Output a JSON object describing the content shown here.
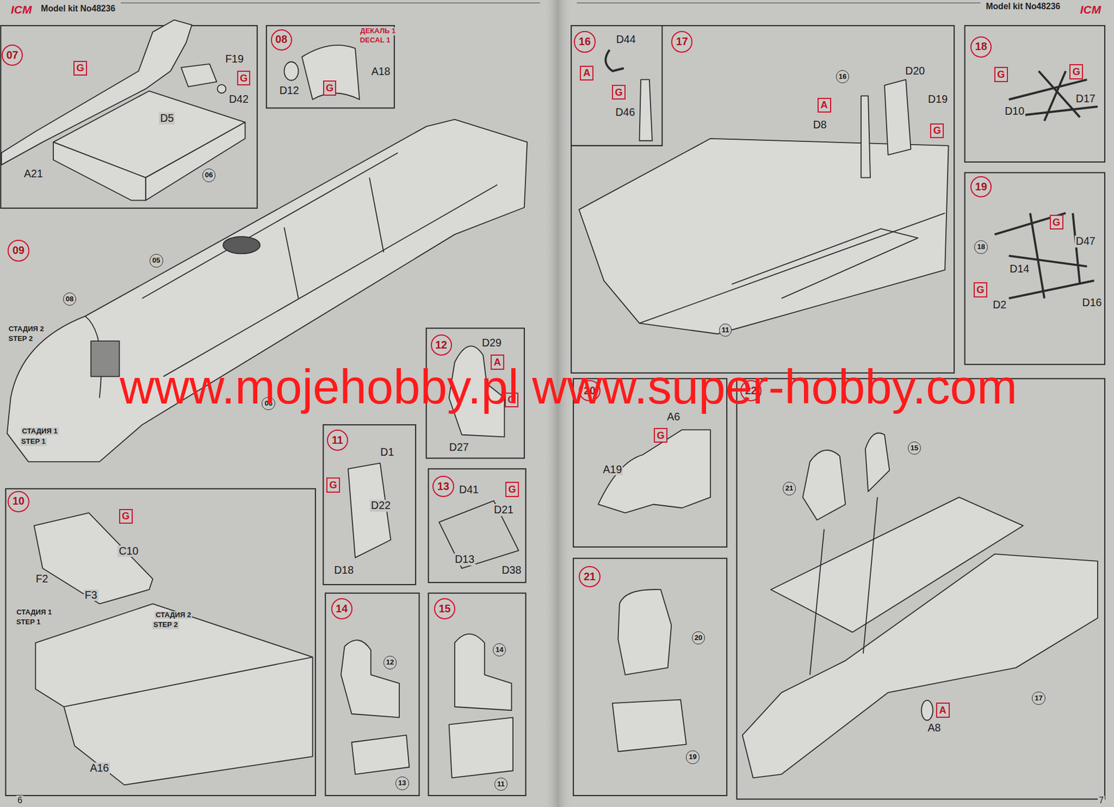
{
  "diagram": {
    "nodes": [
      {
        "text": [
          "07"
        ]
      },
      {
        "text": [
          "G"
        ]
      },
      {
        "text": [
          "G"
        ]
      },
      {
        "text": [
          "06"
        ]
      },
      {
        "text": [
          "08"
        ]
      },
      {
        "text": [
          "G"
        ]
      },
      {
        "text": [
          "09"
        ]
      },
      {
        "text": [
          "05"
        ]
      },
      {
        "text": [
          "08"
        ]
      },
      {
        "text": [
          "06"
        ]
      },
      {
        "text": [
          "10"
        ]
      },
      {
        "text": [
          "G"
        ]
      },
      {
        "text": [
          "11"
        ]
      },
      {
        "text": [
          "G"
        ]
      },
      {
        "text": [
          "12"
        ]
      },
      {
        "text": [
          "A"
        ]
      },
      {
        "text": [
          "G"
        ]
      },
      {
        "text": [
          "13"
        ]
      },
      {
        "text": [
          "G"
        ]
      },
      {
        "text": [
          "14"
        ]
      },
      {
        "text": [
          "12"
        ]
      },
      {
        "text": [
          "13"
        ]
      },
      {
        "text": [
          "15"
        ]
      },
      {
        "text": [
          "14"
        ]
      },
      {
        "text": [
          "11"
        ]
      },
      {
        "text": [
          "16"
        ]
      },
      {
        "text": [
          "A"
        ]
      },
      {
        "text": [
          "G"
        ]
      },
      {
        "text": [
          "17"
        ]
      },
      {
        "text": [
          "16"
        ]
      },
      {
        "text": [
          "A"
        ]
      },
      {
        "text": [
          "G"
        ]
      },
      {
        "text": [
          "11"
        ]
      },
      {
        "text": [
          "18"
        ]
      },
      {
        "text": [
          "G"
        ]
      },
      {
        "text": [
          "G"
        ]
      },
      {
        "text": [
          "19"
        ]
      },
      {
        "text": [
          "G"
        ]
      },
      {
        "text": [
          "18"
        ]
      },
      {
        "text": [
          "G"
        ]
      },
      {
        "text": [
          "20"
        ]
      },
      {
        "text": [
          "G"
        ]
      },
      {
        "text": [
          "21"
        ]
      },
      {
        "text": [
          "20"
        ]
      },
      {
        "text": [
          "19"
        ]
      },
      {
        "text": [
          "22"
        ]
      },
      {
        "text": [
          "15"
        ]
      },
      {
        "text": [
          "21"
        ]
      },
      {
        "text": [
          "17"
        ]
      },
      {
        "text": [
          "A"
        ]
      }
    ],
    "labels": [
      "ICM",
      "Model kit No48236",
      "Model kit No48236",
      "ICM",
      "F19",
      "D42",
      "D5",
      "A21",
      "ДЕКАЛЬ 1",
      "DECAL 1",
      "A18",
      "D12",
      "СТАДИЯ 2",
      "STEP 2",
      "СТАДИЯ 1",
      "STEP 1",
      "www.mojehobby.pl www.super-hobby.com",
      "C10",
      "F2",
      "F3",
      "СТАДИЯ 1",
      "STEP 1",
      "СТАДИЯ 2",
      "STEP 2",
      "A16",
      "D1",
      "D22",
      "D18",
      "D29",
      "D27",
      "D41",
      "D21",
      "D13",
      "D38",
      "D44",
      "D46",
      "D20",
      "D19",
      "D8",
      "D10",
      "D17",
      "D47",
      "D14",
      "D2",
      "D16",
      "A6",
      "A19",
      "A8",
      "6",
      "7"
    ]
  }
}
